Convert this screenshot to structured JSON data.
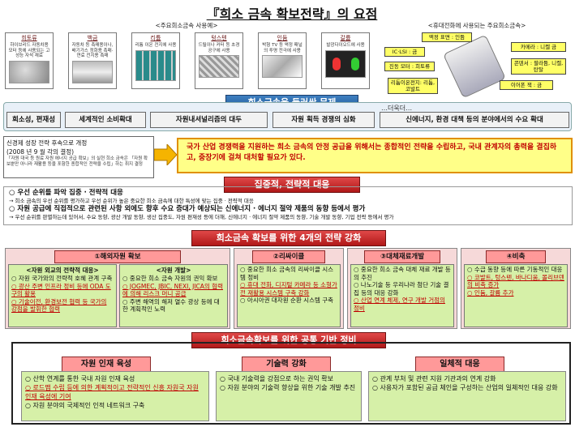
{
  "title": "『희소 금속 확보전략』의 요점",
  "metals_caption": "<주요희소금속 사용예>",
  "phone_caption": "<휴대전화에 사용되는 주요희소금속>",
  "metals": [
    {
      "name": "희토류",
      "desc": "하이브리드 자동차용 모터 등에 사용되는 고성능 자석 재료"
    },
    {
      "name": "백금",
      "desc": "자동차 등 촉매용이나, 배기가스 정화용 촉매·연료 전지용 촉매"
    },
    {
      "name": "리튬",
      "desc": "리튬 이온 전지에 사용"
    },
    {
      "name": "텅스텐",
      "desc": "드릴이나 커터 등 초경 공구에 사용"
    },
    {
      "name": "인듐",
      "desc": "박형 TV 등 액정 패널의 투명 전극에 사용"
    },
    {
      "name": "갈륨",
      "desc": "발광다이오드에 사용"
    }
  ],
  "phone_parts": [
    "액정 표면 : 인듐",
    "IC·LSI : 금",
    "카메라 : 니켈 금",
    "진동 모터 : 희토류",
    "콘덴서 : 팔라듐, 니켈, 탄탈",
    "리튬이온전지: 리튬,코발트",
    "이어폰 잭 : 금"
  ],
  "problems_header": "희소금속을 둘러싼 문제",
  "problems_more": "…더욱더…",
  "problems": [
    "희소성, 편재성",
    "세계적인 소비확대",
    "자원내셔널리즘의 대두",
    "자원 획득 경쟁의 심화",
    "신에너지, 환경 대책 등의 분야에서의 수요 확대"
  ],
  "policy": {
    "title": "신경제 성장 전략 후속으로 개정",
    "date": "(2008 년 9 월 각의 결정)",
    "body": "「자원 대국 등 원료 자원 에너지 공급 확보」의 실현 희소 금속은 「자원 확보뿐만 아니라 재활용 등을 포함한 종합적인 전략을 수립」하는 취지 결정"
  },
  "strategy_text": "국가 산업 경쟁력을 지원하는 희소 금속의 안정 공급을 위해서는 종합적인 전략을 수립하고, 국내 관계자의 총력을 결집하고, 중장기에 걸쳐 대처할 필요가 있다.",
  "focus_header": "집중적, 전략적 대응",
  "focus": [
    {
      "head": "○ 우선 순위를 파악 집중 · 전략적 대응",
      "sub": "→ 희소 금속의 우선 순위를 평가하고 우선 순위가 높은 중요한 희소 금속에 대한 특성에 맞는 집중 · 전략적 대응"
    },
    {
      "head": "○ 자원 공급에 직접적으로 관련된 사항 외에도 향후 수요 증대가 예상되는 신에너지 · 에너지 절약 제품의 동향 등에서 평가",
      "sub": "→ 우선 순위를 판별하는데 있어서, 수요 동향, 광산 개발 동향, 생산 집중도, 자원 편재성 등에 더해, 신에너지 · 에너지 절약 제품의 동향, 기술 개발 동향, 기업 전략 등에서 평가"
    }
  ],
  "pillars_header": "희소금속 확보를 위한 4개의 전략 강화",
  "pillars": [
    {
      "title": "①해외자원 확보"
    },
    {
      "title": "②리싸이클",
      "items": [
        "○ 중요한 희소 금속의 리싸이클 시스템 정비",
        "○ 휴대 전화, 디지털 카메라 등 소형가전 재활용 시스템 구축 강화",
        "○ 아시아권 대자원 순환 시스템 구축"
      ]
    },
    {
      "title": "③대체재료개발",
      "items": [
        "○ 중요한 희소 금속 대체 재료 개발 등의 추진",
        "○ 나노기술 등 우리나라 첨단 기술 결집 등의 대응 강화",
        "○ 산업 연계 체제, 연구 개발 거점의 정비"
      ]
    },
    {
      "title": "④비축",
      "items": [
        "○ 수급 동향 등에 따른 기동적인 대응",
        "○ 코발트, 텅스텐, 바나디움, 몰리브덴의 비축 증가",
        "○ 인듐, 갈륨 추가"
      ]
    }
  ],
  "overseas": {
    "left_title": "<자원 외교의 전략적 대응>",
    "left_items": [
      "○ 자원 국가와의 전략적 호혜 관계 구축",
      "○ 광산 주변 인프라 정비 등에 ODA 도구의 활용",
      "○ 기술이전, 환경보전 협력 등 국가의 강점을 발휘한 협력"
    ],
    "right_title": "<자원 개발>",
    "right_items": [
      "○ 중요한 희소 금속 자원의 권익 확보",
      "○ JOGMEC, JBIC, NEXI, JICA의 협력에 의해 리스크 머니 공급",
      "○ 주변 해역의 해저 열수 광상 등에 대한 계획적인 노력"
    ]
  },
  "base_header": "희소금속확보를 위한 공통 기반 정비",
  "bases": [
    {
      "title": "자원 인재 육성",
      "items": [
        "○ 산학 연계를 통한 국내 자원 인재 육성",
        "○ 로드맵 수립 등에 의한 계획적이고 전략적인 신흥 자원국 자원 인재 육성에 기여",
        "○ 자원 분야의 국제적인 인적 네트워크 구축"
      ]
    },
    {
      "title": "기술력 강화",
      "items": [
        "○ 국내 기술력을 강점으로 하는 권익 확보",
        "○ 자원 분야의 기술력 향상을 위한 기술 개발 추진"
      ]
    },
    {
      "title": "일체적 대응",
      "items": [
        "○ 관계 부처 및 관련 지원 기관과의 연계 강화",
        "○ 사용자가 포함된 공급 체인을 구성하는 산업의 일체적인 대응 강화"
      ]
    }
  ]
}
